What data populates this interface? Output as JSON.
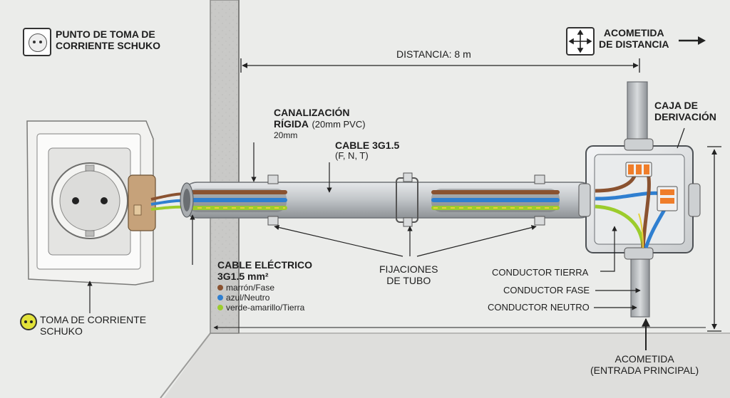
{
  "legend": {
    "schuko_point_line1": "PUNTO DE TOMA DE",
    "schuko_point_line2": "CORRIENTE SCHUKO",
    "service_line1": "ACOMETIDA",
    "service_line2": "DE DISTANCIA",
    "outlet_line1": "TOMA DE CORRIENTE",
    "outlet_line2": "SCHUKO"
  },
  "distance": {
    "label": "DISTANCIA:",
    "value": "8 m"
  },
  "conduit": {
    "title_line1": "CANALIZACIÓN",
    "title_line2": "RÍGIDA",
    "spec": "(20mm PVC)",
    "size": "20mm"
  },
  "cable_in_conduit": {
    "title": "CABLE 3G1.5",
    "conductors": "(F, N, T)"
  },
  "junction_box": {
    "line1": "CAJA DE",
    "line2": "DERIVACIÓN"
  },
  "electric_cable": {
    "title_line1": "CABLE ELÉCTRICO",
    "title_line2": "3G1.5 mm²",
    "wires": [
      {
        "text": "marrón/Fase",
        "color": "#8a5230"
      },
      {
        "text": "azul/Neutro",
        "color": "#2f7fd0"
      },
      {
        "text": "verde-amarillo/Tierra",
        "color": "#9ccc2c"
      }
    ]
  },
  "fixings": {
    "line1": "FIJACIONES",
    "line2": "DE TUBO"
  },
  "conductors": {
    "earth": "CONDUCTOR TIERRA",
    "phase": "CONDUCTOR FASE",
    "neutral": "CONDUCTOR NEUTRO"
  },
  "main_feed": {
    "line1": "ACOMETIDA",
    "line2": "(ENTRADA PRINCIPAL)"
  },
  "colors": {
    "wall": "#cfcfcd",
    "floor": "#d6d6d4",
    "conduit": "#bfc3c6",
    "brown": "#8a5230",
    "blue": "#2f7fd0",
    "green_yellow": "#9ccc2c",
    "terminal_orange": "#ef7d2a"
  },
  "icons": [
    "schuko-socket-icon",
    "move-arrows-icon",
    "arrow-right-icon",
    "schuko-dot-icon"
  ]
}
